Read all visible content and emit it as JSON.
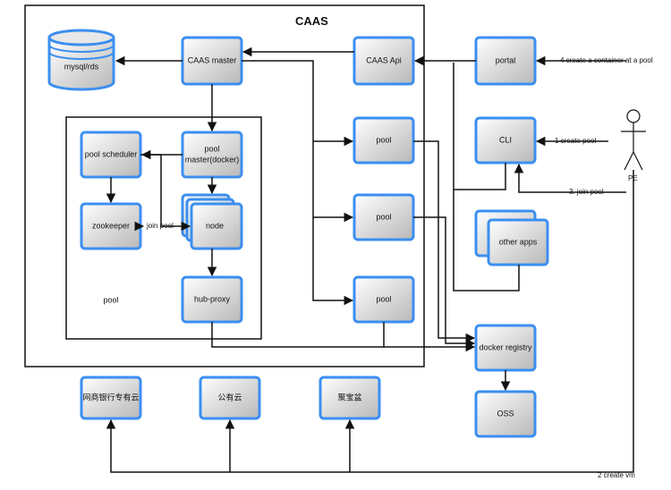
{
  "title": "CAAS",
  "nodes": {
    "mysql": "mysql/rds",
    "caas_master": "CAAS master",
    "caas_api": "CAAS Api",
    "portal": "portal",
    "pool_scheduler": "pool scheduler",
    "pool_master_line1": "pool",
    "pool_master_line2": "master(docker)",
    "zookeeper": "zookeeper",
    "node": "node",
    "hub_proxy": "hub-proxy",
    "pool_label": "pool",
    "pool1": "pool",
    "pool2": "pool",
    "pool3": "pool",
    "cli": "CLI",
    "other_apps": "other apps",
    "docker_registry": "docker registry",
    "oss": "OSS",
    "cloud1": "网商银行专有云",
    "cloud2": "公有云",
    "cloud3": "聚宝盆",
    "actor": "PE"
  },
  "edges": {
    "create_container": "4 create a container at a pool",
    "create_pool": "1 create pool",
    "join_pool_3": "3.  join pool",
    "join_pool": "join pool",
    "create_vm": "2 create vm"
  }
}
